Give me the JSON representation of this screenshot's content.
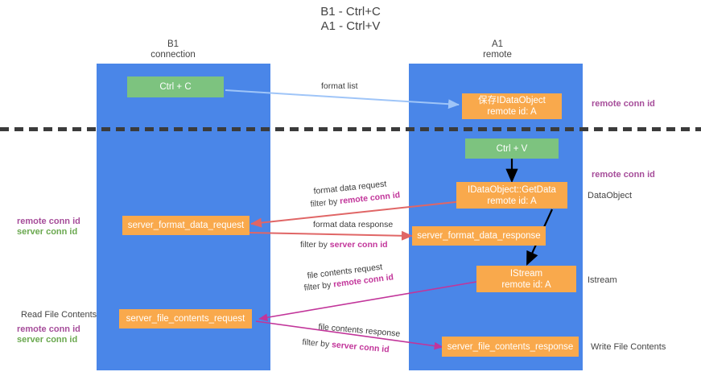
{
  "title": {
    "line1": "B1 - Ctrl+C",
    "line2": "A1 - Ctrl+V"
  },
  "columns": [
    {
      "name": "B1",
      "sub": "connection"
    },
    {
      "name": "A1",
      "sub": "remote"
    }
  ],
  "boxes": {
    "ctrl_c": {
      "label": "Ctrl + C",
      "color": "#7dc37f"
    },
    "ctrl_v": {
      "label": "Ctrl + V",
      "color": "#7dc37f"
    },
    "store_idataobject": {
      "line1": "保存IDataObject",
      "line2": "remote id: A",
      "color": "#f9a94c"
    },
    "getdata": {
      "line1": "IDataObject::GetData",
      "line2": "remote id: A",
      "color": "#f9a94c"
    },
    "server_format_data_request": {
      "label": "server_format_data_request",
      "color": "#f9a94c"
    },
    "server_format_data_response": {
      "label": "server_format_data_response",
      "color": "#f9a94c"
    },
    "istream": {
      "line1": "IStream",
      "line2": "remote id: A",
      "color": "#f9a94c"
    },
    "server_file_contents_request": {
      "label": "server_file_contents_request",
      "color": "#f9a94c"
    },
    "server_file_contents_response": {
      "label": "server_file_contents_response",
      "color": "#f9a94c"
    }
  },
  "arrow_labels": {
    "format_list": "format list",
    "format_data_request": "format data request",
    "format_data_request_filter_prefix": "filter by ",
    "format_data_request_filter_key": "remote conn id",
    "format_data_response": "format data response",
    "format_data_response_filter_prefix": "filter by ",
    "format_data_response_filter_key": "server conn id",
    "file_contents_request": "file contents request",
    "file_contents_request_filter_prefix": "filter by ",
    "file_contents_request_filter_key": "remote conn id",
    "file_contents_response": "file contents response",
    "file_contents_response_filter_prefix": "filter by ",
    "file_contents_response_filter_key": "server conn id"
  },
  "side_labels": {
    "right_remote_conn_id_top": "remote conn id",
    "right_remote_conn_id_mid": "remote conn id",
    "right_dataobject": "DataObject",
    "right_istream": "Istream",
    "right_write_file_contents": "Write File Contents",
    "left_remote_conn_id_mid": "remote conn id",
    "left_server_conn_id_mid": "server conn id",
    "left_read_file_contents": "Read File Contents",
    "left_remote_conn_id_bottom": "remote conn id",
    "left_server_conn_id_bottom": "server conn id"
  },
  "colors": {
    "lane": "#4a86e8",
    "green_box": "#7dc37f",
    "orange_box": "#f9a94c",
    "purple": "#a64d9a",
    "magenta": "#c2359a",
    "green_text": "#6aa84f",
    "arrow_blue": "#9fc5f8",
    "arrow_red": "#e06666",
    "arrow_magenta": "#c2359a",
    "arrow_black": "#000000",
    "separator": "#3b3b3b"
  }
}
